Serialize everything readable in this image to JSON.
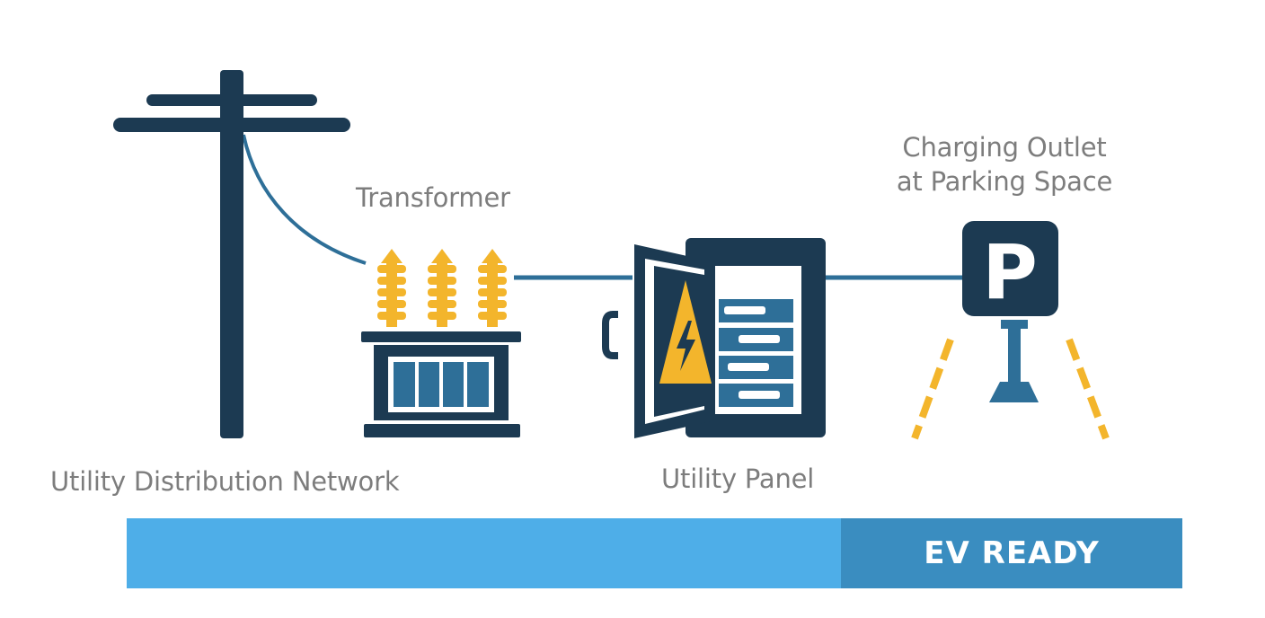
{
  "labels": {
    "network": "Utility Distribution Network",
    "transformer": "Transformer",
    "panel": "Utility Panel",
    "outlet_line1": "Charging Outlet",
    "outlet_line2": "at Parking Space"
  },
  "parking_sign_letter": "P",
  "ev_bar": {
    "text": "EV READY"
  },
  "icons": [
    "utility-pole-icon",
    "transformer-icon",
    "utility-panel-icon",
    "high-voltage-icon",
    "parking-sign-icon",
    "charging-post-icon",
    "parking-lane-lines-icon"
  ],
  "colors": {
    "navy": "#1c3a52",
    "steel_blue": "#2e6f98",
    "warning_yellow": "#f3b52c",
    "label_gray": "#7d7d7d",
    "bar_light_blue": "#4eaee8",
    "bar_dark_blue": "#3a8dc0"
  }
}
